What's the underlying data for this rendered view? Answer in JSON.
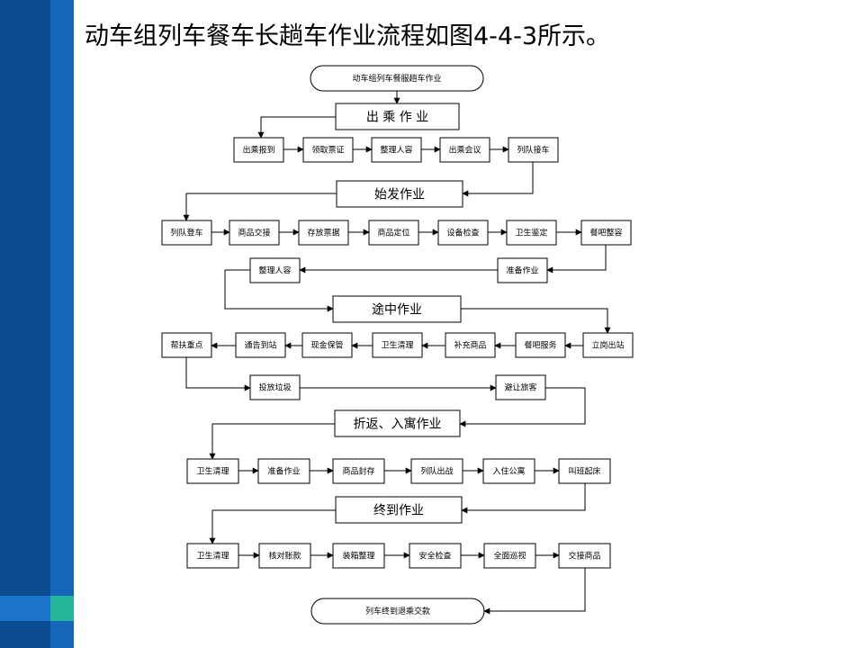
{
  "slide": {
    "title": "动车组列车餐车长趟车作业流程如图4-4-3所示。"
  },
  "flowchart": {
    "start": "动车组列车餐服趟车作业",
    "end": "列车终到退乘交款",
    "stages": [
      "出 乘 作 业",
      "始发作业",
      "途中作业",
      "折返、入寓作业",
      "终到作业"
    ],
    "steps": {
      "chucheng": [
        "出乘报到",
        "领取票证",
        "整理人容",
        "出乘会议",
        "列队接车"
      ],
      "shifa_row1": [
        "列队登车",
        "商品交接",
        "存放票据",
        "商品定位",
        "设备检查",
        "卫生鉴定",
        "餐吧整容"
      ],
      "shifa_row2": [
        "整理人容",
        "准备作业"
      ],
      "tuzhong_row1": [
        "帮扶重点",
        "通告到站",
        "现金保管",
        "卫生清理",
        "补充商品",
        "餐吧服务",
        "立岗出站"
      ],
      "tuzhong_row2": [
        "投放垃圾",
        "避让旅客"
      ],
      "zhefan": [
        "卫生清理",
        "准备作业",
        "商品封存",
        "列队出战",
        "入住公寓",
        "叫班起床"
      ],
      "zhongdao": [
        "卫生清理",
        "核对账款",
        "装箱整理",
        "安全检查",
        "全面巡视",
        "交接商品"
      ]
    }
  }
}
